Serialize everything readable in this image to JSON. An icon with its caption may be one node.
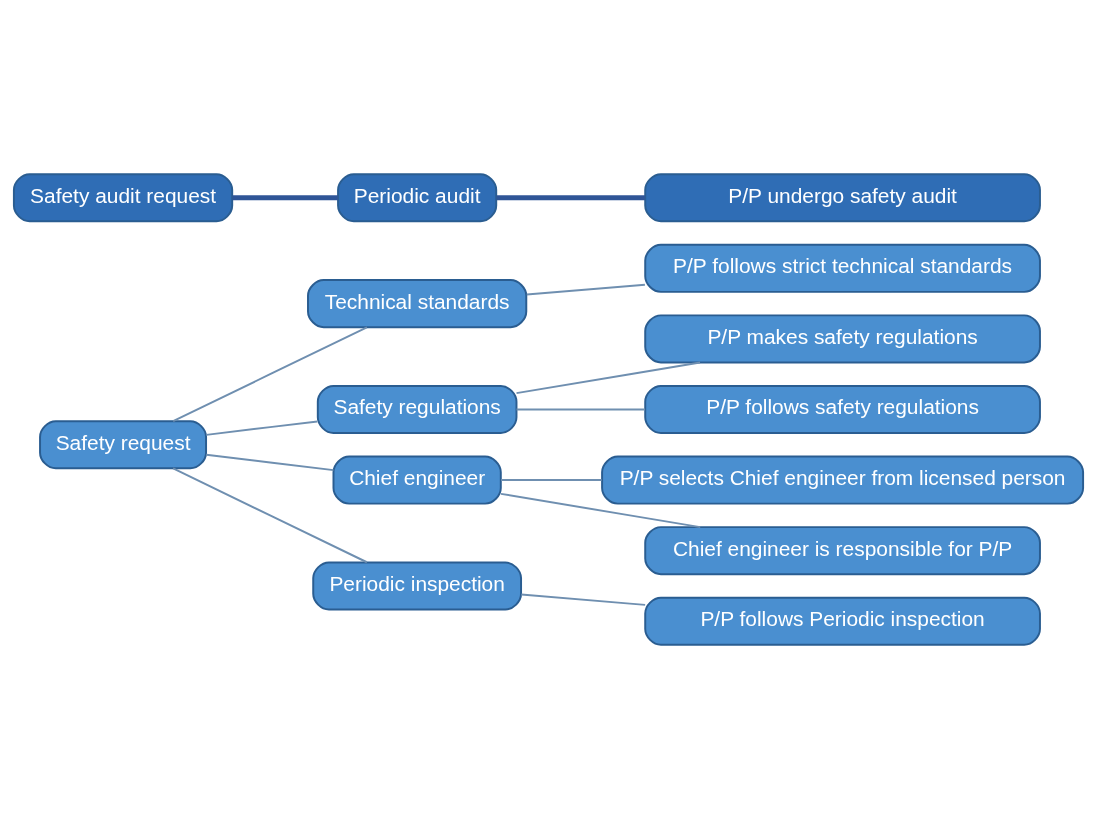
{
  "diagram": {
    "nodes": [
      {
        "text": [
          "Safety request"
        ]
      },
      {
        "text": [
          "Technical standards"
        ]
      },
      {
        "text": [
          "Safety regulations"
        ]
      },
      {
        "text": [
          "Chief engineer"
        ]
      },
      {
        "text": [
          "Periodic inspection"
        ]
      },
      {
        "text": [
          "P/P follows strict technical standards"
        ]
      },
      {
        "text": [
          "P/P makes safety regulations"
        ]
      },
      {
        "text": [
          "P/P follows safety regulations"
        ]
      },
      {
        "text": [
          "P/P selects Chief engineer from licensed person"
        ]
      },
      {
        "text": [
          "Chief engineer is responsible for P/P"
        ]
      },
      {
        "text": [
          "P/P follows Periodic inspection"
        ]
      },
      {
        "text": [
          "Safety audit request"
        ]
      },
      {
        "text": [
          "Periodic audit"
        ]
      },
      {
        "text": [
          "P/P undergo safety audit"
        ]
      }
    ],
    "edges": [
      {
        "from": 0,
        "to": 1,
        "arrow": "none"
      },
      {
        "from": 0,
        "to": 2,
        "arrow": "none"
      },
      {
        "from": 0,
        "to": 3,
        "arrow": "none"
      },
      {
        "from": 0,
        "to": 4,
        "arrow": "none"
      },
      {
        "from": 1,
        "to": 5,
        "arrow": "none"
      },
      {
        "from": 2,
        "to": 6,
        "arrow": "none"
      },
      {
        "from": 2,
        "to": 7,
        "arrow": "none"
      },
      {
        "from": 3,
        "to": 8,
        "arrow": "none"
      },
      {
        "from": 3,
        "to": 9,
        "arrow": "none"
      },
      {
        "from": 4,
        "to": 10,
        "arrow": "none"
      },
      {
        "from": 11,
        "to": 12,
        "arrow": "none",
        "style": "thick",
        "color": "#2f5597"
      },
      {
        "from": 12,
        "to": 13,
        "arrow": "none",
        "style": "thick",
        "color": "#2f5597"
      }
    ]
  }
}
